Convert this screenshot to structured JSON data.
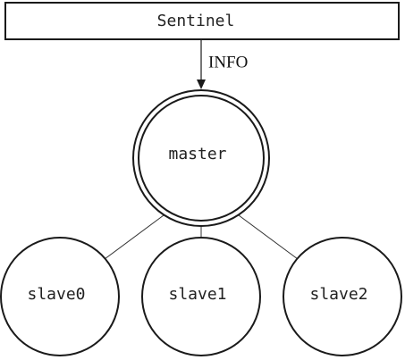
{
  "sentinel": {
    "label": "Sentinel"
  },
  "arrow": {
    "label": "INFO"
  },
  "master": {
    "label": "master"
  },
  "slaves": [
    {
      "label": "slave0"
    },
    {
      "label": "slave1"
    },
    {
      "label": "slave2"
    }
  ]
}
